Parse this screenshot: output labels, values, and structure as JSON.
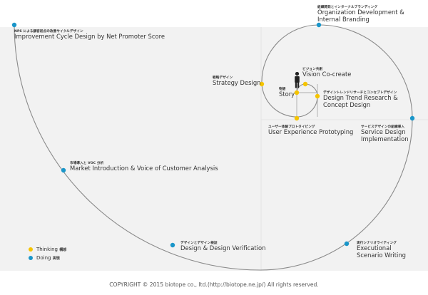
{
  "colors": {
    "thinking": "#f5c400",
    "doing": "#1a96c9",
    "spiral": "#8a8a8a",
    "panel": "#f2f2f2"
  },
  "nodes": {
    "organization": {
      "jp": "組織開発とインターナルブランディング",
      "en_line1": "Organization Development &",
      "en_line2": "Internal Branding"
    },
    "nps": {
      "jp": "NPS による顧客起点の改善サイクルデザイン",
      "en": "Improvement Cycle Design by Net Promoter Score"
    },
    "vision": {
      "jp": "ビジョン共創",
      "en": "Vision Co-create"
    },
    "strategy": {
      "jp": "戦略デザイン",
      "en": "Strategy Design"
    },
    "story": {
      "jp": "物語",
      "en": "Story"
    },
    "trend": {
      "jp": "デザイントレンドリサーチとコンセプトデザイン",
      "en_line1": "Design Trend Research &",
      "en_line2": "Concept Design"
    },
    "ux": {
      "jp": "ユーザー体験プロトタイピング",
      "en": "User Experience Prototyping"
    },
    "service": {
      "jp": "サービスデザインの組織導入",
      "en_line1": "Service Design",
      "en_line2": "Implementation"
    },
    "market": {
      "jp": "市場導入と VOC 分析",
      "en": "Market Introduction & Voice of Customer Analysis"
    },
    "verification": {
      "jp": "デザインとデザイン検証",
      "en": "Design & Design Verification"
    },
    "scenario": {
      "jp": "実行シナリオライティング",
      "en_line1": "Executional",
      "en_line2": "Scenario Writing"
    }
  },
  "legend": {
    "thinking_en": "Thinking",
    "thinking_jp": "構想",
    "doing_en": "Doing",
    "doing_jp": "実現"
  },
  "copyright": "COPYRIGHT © 2015 biotope co., ltd.(http://biotope.ne.jp/) All rights reserved."
}
